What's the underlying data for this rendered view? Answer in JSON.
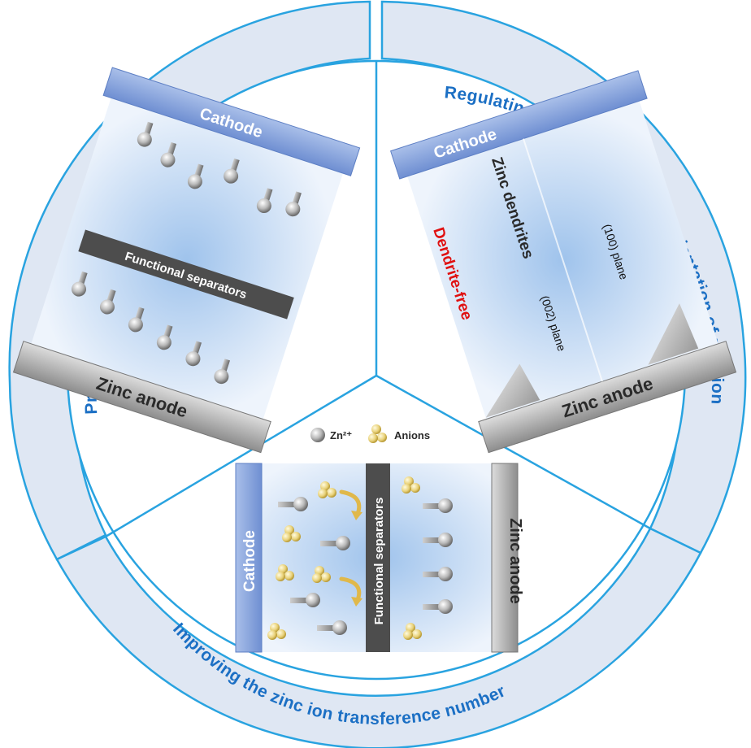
{
  "sections": {
    "left": {
      "title": "Promoting homogeneous zinc ion flux",
      "cathode": "Cathode",
      "separator": "Functional separators",
      "anode": "Zinc anode"
    },
    "right": {
      "title": "Regulating the crystallographic orientation of zinc ion",
      "cathode": "Cathode",
      "anode": "Zinc anode",
      "dendrites_label": "Zinc dendrites",
      "dendrite_free_label": "Dendrite-free",
      "plane_002": "(002) plane",
      "plane_100": "(100) plane"
    },
    "bottom": {
      "title": "Improving the zinc ion transference number",
      "cathode": "Cathode",
      "separator": "Functional separators",
      "anode": "Zinc anode",
      "legend_zn": "Zn²⁺",
      "legend_anions": "Anions"
    }
  },
  "colors": {
    "ring_fill": "#dfe7f3",
    "ring_stroke": "#29a3e0",
    "title_text": "#1b6fc4",
    "cathode": "#8ea9de",
    "anode": "#b4b4b4",
    "separator": "#4d4d4d",
    "anion": "#e9d27a",
    "dendrite_free": "#e01010"
  }
}
